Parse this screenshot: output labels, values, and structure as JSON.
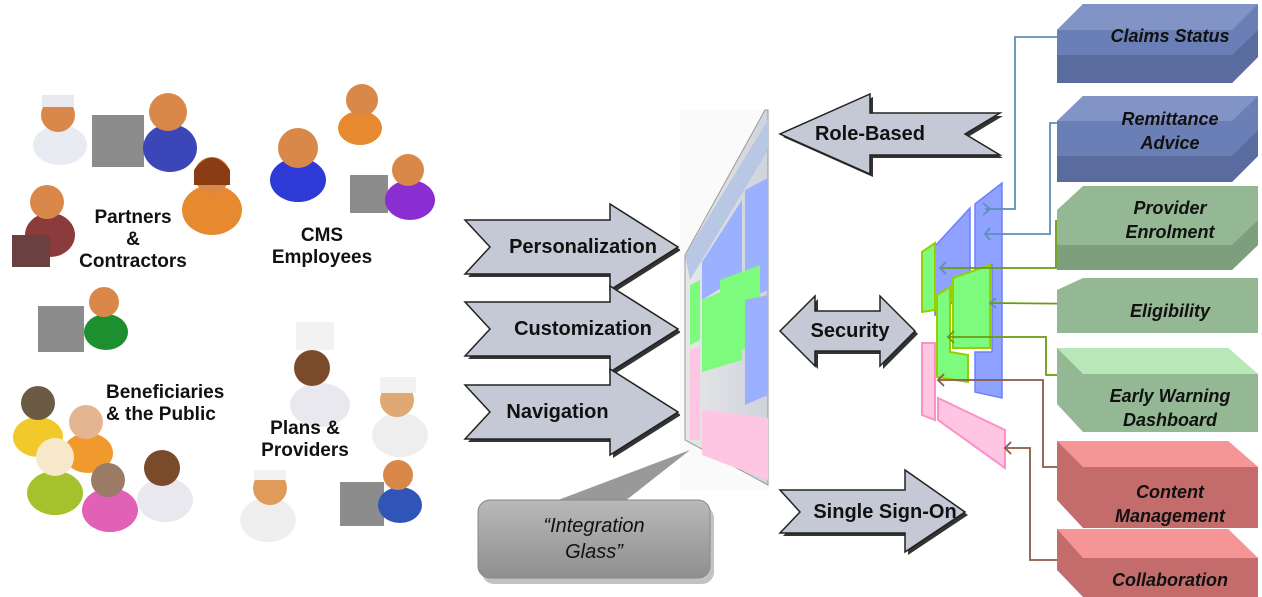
{
  "user_groups": [
    {
      "id": "partners",
      "label_lines": [
        "Partners",
        "&",
        "Contractors"
      ]
    },
    {
      "id": "cms",
      "label_lines": [
        "CMS",
        "Employees"
      ]
    },
    {
      "id": "beneficiaries",
      "label_lines": [
        "Beneficiaries",
        "& the Public"
      ]
    },
    {
      "id": "plans",
      "label_lines": [
        "Plans &",
        "Providers"
      ]
    }
  ],
  "inbound_arrows": [
    "Personalization",
    "Customization",
    "Navigation"
  ],
  "center_arrows": {
    "role_based": "Role-Based",
    "security": "Security",
    "single_sign_on": "Single Sign-On"
  },
  "callout": {
    "lines": [
      "“Integration",
      "Glass”"
    ]
  },
  "services": [
    {
      "id": "claims",
      "lines": [
        "Claims Status"
      ],
      "color": "#6a7fb5"
    },
    {
      "id": "remittance",
      "lines": [
        "Remittance",
        "Advice"
      ],
      "color": "#6a7fb5"
    },
    {
      "id": "provider-enrolment",
      "lines": [
        "Provider",
        "Enrolment"
      ],
      "color": "#93b893"
    },
    {
      "id": "eligibility",
      "lines": [
        "Eligibility"
      ],
      "color": "#93b893"
    },
    {
      "id": "early-warning",
      "lines": [
        "Early Warning",
        "Dashboard"
      ],
      "color": "#93b893"
    },
    {
      "id": "content-mgmt",
      "lines": [
        "Content",
        "Management"
      ],
      "color": "#c46c6c"
    },
    {
      "id": "collaboration",
      "lines": [
        "Collaboration"
      ],
      "color": "#c46c6c"
    }
  ],
  "colors": {
    "arrow_fill": "#c5c9d6",
    "blue_panel": "#8fa2ff",
    "green_panel": "#7dfb7d",
    "pink_panel": "#ffc6e4",
    "blue_line": "#5f8fb5",
    "green_line": "#6a9a10",
    "brown_line": "#8b5a45"
  }
}
